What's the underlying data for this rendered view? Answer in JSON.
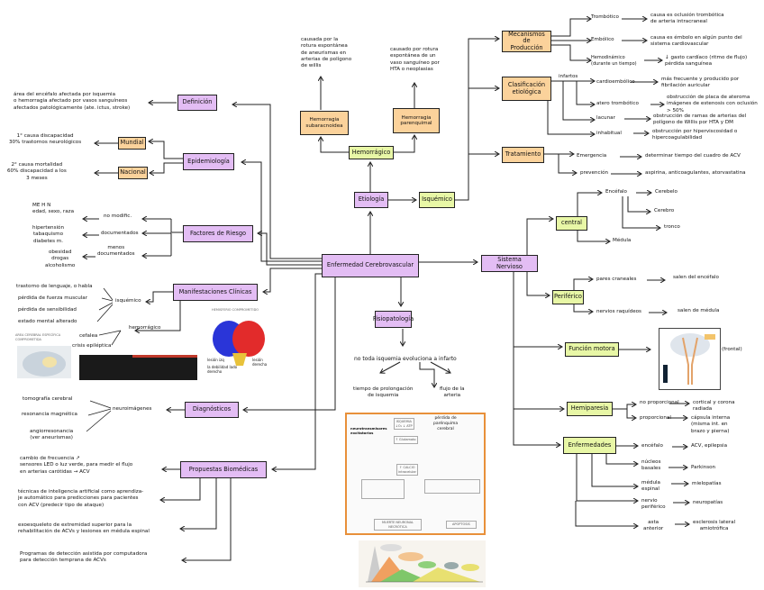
{
  "central": "Enfermedad Cerebrovascular",
  "left": {
    "definicion": {
      "label": "Definición",
      "text": "área del encéfalo afectada por isquemia\no hemorragia afectado por vasos sanguíneos\nafectados patológicamente (ate. ictus, stroke)"
    },
    "epidemiologia": {
      "label": "Epidemiología",
      "mundial": "Mundial",
      "mundial_text": "1° causa discapacidad\n30% trastornos neurológicos",
      "nacional": "Nacional",
      "nacional_text": "2° causa mortalidad\n60% discapacidad a los\n3 meses"
    },
    "factores": {
      "label": "Factores de Riesgo",
      "no_modific": "no modific.",
      "no_modific_text": "ME    H    N\nedad, sexo, raza",
      "documentados": "documentados",
      "documentados_text": "hipertensión\ntabaquismo\ndiabetes m.",
      "menos": "menos\ndocumentados",
      "menos_text": "obesidad\ndrogas\nalcoholismo"
    },
    "manifestaciones": {
      "label": "Manifestaciones Clínicas",
      "isquemico": "isquémico",
      "isq_items": [
        "trastorno de lenguaje, o habla",
        "pérdida de fuerza muscular",
        "pérdida de sensibilidad",
        "estado mental alterado"
      ],
      "hemorragico": "hemorrágico",
      "hem_items": [
        "cefalea",
        "crisis epiléptica"
      ],
      "brain_labels": [
        "lesión izq",
        "la debilidad lado derecho",
        "lesión derecha"
      ],
      "brain_title": "HEMISFERIO COMPROMETIDO",
      "area_title": "AREA CEREBRAL ESPECÍFICA COMPROMETIDA"
    },
    "diagnosticos": {
      "label": "Diagnósticos",
      "neuro": "neuroimágenes",
      "items": [
        "tomografía cerebral",
        "resonancia magnética",
        "angiorresonancia\n(ver aneurismas)"
      ]
    },
    "propuestas": {
      "label": "Propuestas Biomédicas",
      "items": [
        "cambio de frecuencia ↗\nsensores LED o luz verde, para medir el flujo\nen arterias carótidas → ACV",
        "técnicas de inteligencia artificial como aprendiza-\nje automático para predicciones para pacientes\ncon ACV (predecir tipo de ataque)",
        "exoesqueleto de extremidad superior para la\nrehabilitación de ACVs y lesiones   en médula espinal",
        "Programas de detección asistida por computadora\npara detección temprana de ACVs"
      ]
    }
  },
  "etiologia": {
    "label": "Etiología",
    "hemorragico": "Hemorrágico",
    "subaracnoidea": "Hemorragia\nsubaracnoidea",
    "subaracnoidea_text": "causada por la\nrotura espontánea\nde aneurismas en\narterias de polígono\nde willis",
    "parenquimal": "Hemorragia\nparenquimal",
    "parenquimal_text": "causado por rotura\nespontánea de un\nvaso sanguíneo por\nHTA o neoplasias",
    "isquemico": "Isquémico",
    "mecanismos": {
      "label": "Mecanismos de\nProducción",
      "items": [
        {
          "name": "Trombótico",
          "desc": "causa es oclusión trombótica\nde arteria intracraneal"
        },
        {
          "name": "Embólico",
          "desc": "causa es émbolo en algún punto del\nsistema cardiovascular"
        },
        {
          "name": "Hemodinámico\n(durante un tiempo)",
          "desc": "↓ gasto cardíaco  (ritmo de flujo)\n                         pérdida sanguínea"
        }
      ]
    },
    "clasificacion": {
      "label": "Clasificación\netiológica",
      "infartos": "infartos",
      "items": [
        {
          "name": "cardioembólico",
          "desc": "más frecuente y producido por\nfibrilación auricular"
        },
        {
          "name": "atero trombótico",
          "desc": "obstrucción de placa de ateroma\nimágenes de estenosis con oclusión\n> 50%"
        },
        {
          "name": "lacunar",
          "desc": "obstrucción de ramas de arterias del\npolígono de Willis por HTA y DM"
        },
        {
          "name": "inhabitual",
          "desc": "obstrucción por hiperviscosidad o\nhipercoagulabilidad"
        }
      ]
    },
    "tratamiento": {
      "label": "Tratamiento",
      "items": [
        {
          "name": "Emergencia",
          "desc": "determinar tiempo del cuadro de ACV"
        },
        {
          "name": "prevención",
          "desc": "aspirina, anticoagulantes, atorvastatina"
        }
      ]
    }
  },
  "sistema_nervioso": {
    "label": "Sistema Nervioso",
    "central": "central",
    "encefalo": "Encéfalo",
    "encefalo_parts": [
      "Cerebelo",
      "Cerebro",
      "tronco"
    ],
    "medula": "Médula",
    "periferico": "Periférico",
    "pares": "pares craneales",
    "pares_desc": "salen del encéfalo",
    "nervios": "nervios raquídeos",
    "nervios_desc": "salen de médula",
    "funcion_motora": "Función motora",
    "frontal": "(frontal)",
    "hemiparesia": "Hemiparesia",
    "hemi_items": [
      {
        "name": "no proporcional",
        "desc": "cortical y corona\nradiada"
      },
      {
        "name": "proporcional",
        "desc": "cápsula interna\n(misma int. en\nbrazo y pierna)"
      }
    ],
    "enfermedades": "Enfermedades",
    "enf_items": [
      {
        "name": "encéfalo",
        "desc": "ACV, epilepsia"
      },
      {
        "name": "núcleos\nbasales",
        "desc": "Parkinson"
      },
      {
        "name": "médula\nespinal",
        "desc": "mielopatías"
      },
      {
        "name": "nervio\nperiférico",
        "desc": "neuropatías"
      },
      {
        "name": "asta\nanterior",
        "desc": "esclerosis lateral\namiotrófica"
      }
    ]
  },
  "fisiopatologia": {
    "label": "Fisiopatología",
    "text": "no toda isquemia evoluciona a infarto",
    "tiempo": "tiempo de prolongación\nde isquemia",
    "flujo": "flujo de la\narteria",
    "flow_note": "pérdida de\nparénquima\ncerebral",
    "flow_note2": "neurotransmisores\nexcitatorios",
    "flow_steps": [
      "ISQUEMIA\n↓O₂ ↓ ATP",
      "↑ Glutamato",
      "↑ CALCIO\nintracelular",
      "MUERTE NEURONAL\nNECRÓTICA",
      "APOPTOSIS"
    ]
  },
  "colors": {
    "purple": "#e3bdf4",
    "orange": "#fbd29b",
    "green": "#e8f7a6",
    "line": "#222222"
  }
}
